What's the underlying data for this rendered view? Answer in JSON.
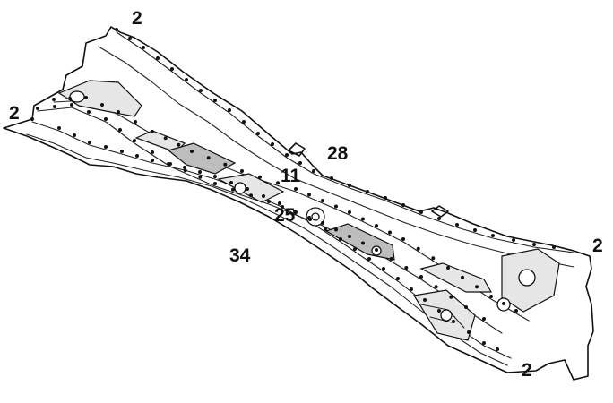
{
  "figure": {
    "callouts": [
      {
        "id": "c-2-top",
        "text": "2"
      },
      {
        "id": "c-2-left",
        "text": "2"
      },
      {
        "id": "c-2-right",
        "text": "2"
      },
      {
        "id": "c-2-bottom",
        "text": "2"
      },
      {
        "id": "c-28",
        "text": "28"
      },
      {
        "id": "c-11",
        "text": "11"
      },
      {
        "id": "c-25",
        "text": "25"
      },
      {
        "id": "c-34",
        "text": "34"
      }
    ]
  }
}
